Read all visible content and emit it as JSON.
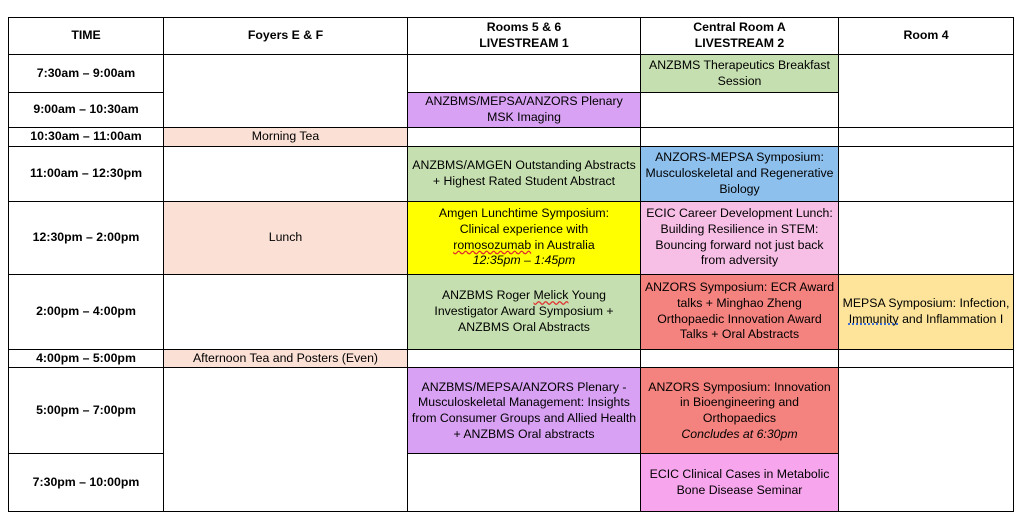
{
  "table": {
    "columns": [
      {
        "id": "time",
        "label": "TIME",
        "sub": ""
      },
      {
        "id": "foyers",
        "label": "Foyers E & F",
        "sub": ""
      },
      {
        "id": "rooms56",
        "label": "Rooms 5 & 6",
        "sub": "LIVESTREAM 1"
      },
      {
        "id": "central_a",
        "label": "Central Room A",
        "sub": "LIVESTREAM 2"
      },
      {
        "id": "room4",
        "label": "Room 4",
        "sub": ""
      }
    ],
    "times": [
      "7:30am – 9:00am",
      "9:00am – 10:30am",
      "10:30am – 11:00am",
      "11:00am – 12:30pm",
      "12:30pm – 2:00pm",
      "2:00pm – 4:00pm",
      "4:00pm – 5:00pm",
      "5:00pm – 7:00pm",
      "7:30pm – 10:00pm"
    ],
    "sessions": {
      "breakfast_central": "ANZBMS Therapeutics Breakfast Session",
      "plenary_msk": "ANZBMS/MEPSA/ANZORS Plenary MSK Imaging",
      "morning_tea": "Morning Tea",
      "amgen_outstanding": "ANZBMS/AMGEN Outstanding Abstracts + Highest Rated Student Abstract",
      "anzors_mepsa_symp": "ANZORS-MEPSA Symposium: Musculoskeletal and Regenerative Biology",
      "lunch": "Lunch",
      "amgen_lunch_l1": "Amgen Lunchtime Symposium:",
      "amgen_lunch_l2": "Clinical experience with",
      "amgen_lunch_drug": "romosozumab",
      "amgen_lunch_l3_rest": " in Australia",
      "amgen_lunch_time": "12:35pm – 1:45pm",
      "ecic_career": "ECIC Career Development Lunch: Building Resilience in STEM: Bouncing forward not just back from adversity",
      "melick_pre": "ANZBMS Roger ",
      "melick_name": "Melick",
      "melick_post": " Young Investigator Award Symposium + ANZBMS Oral Abstracts",
      "anzors_ecr": "ANZORS Symposium: ECR Award talks + Minghao Zheng Orthopaedic Innovation Award Talks + Oral Abstracts",
      "mepsa_pre": "MEPSA Symposium: Infection, ",
      "mepsa_immunity": "Immunity",
      "mepsa_post": " and Inflammation I",
      "afternoon_tea": "Afternoon Tea and Posters (Even)",
      "plenary_management": "ANZBMS/MEPSA/ANZORS Plenary - Musculoskeletal Management: Insights from Consumer Groups and Allied Health + ANZBMS Oral abstracts",
      "anzors_bioeng": "ANZORS Symposium: Innovation in Bioengineering and Orthopaedics",
      "anzors_bioeng_note": "Concludes at 6:30pm",
      "ecic_clinical": "ECIC Clinical Cases in Metabolic Bone Disease Seminar"
    },
    "colors": {
      "header_grey": "#d0d0d0",
      "green": "#c6dfb0",
      "purple": "#d8a1f3",
      "peach": "#fbe0d5",
      "blue": "#8ec0ee",
      "yellow": "#ffff00",
      "pink_light": "#f7bfe6",
      "salmon": "#f4827e",
      "gold": "#fde49a",
      "pink_bright": "#f7a6ee",
      "border": "#000000"
    }
  }
}
